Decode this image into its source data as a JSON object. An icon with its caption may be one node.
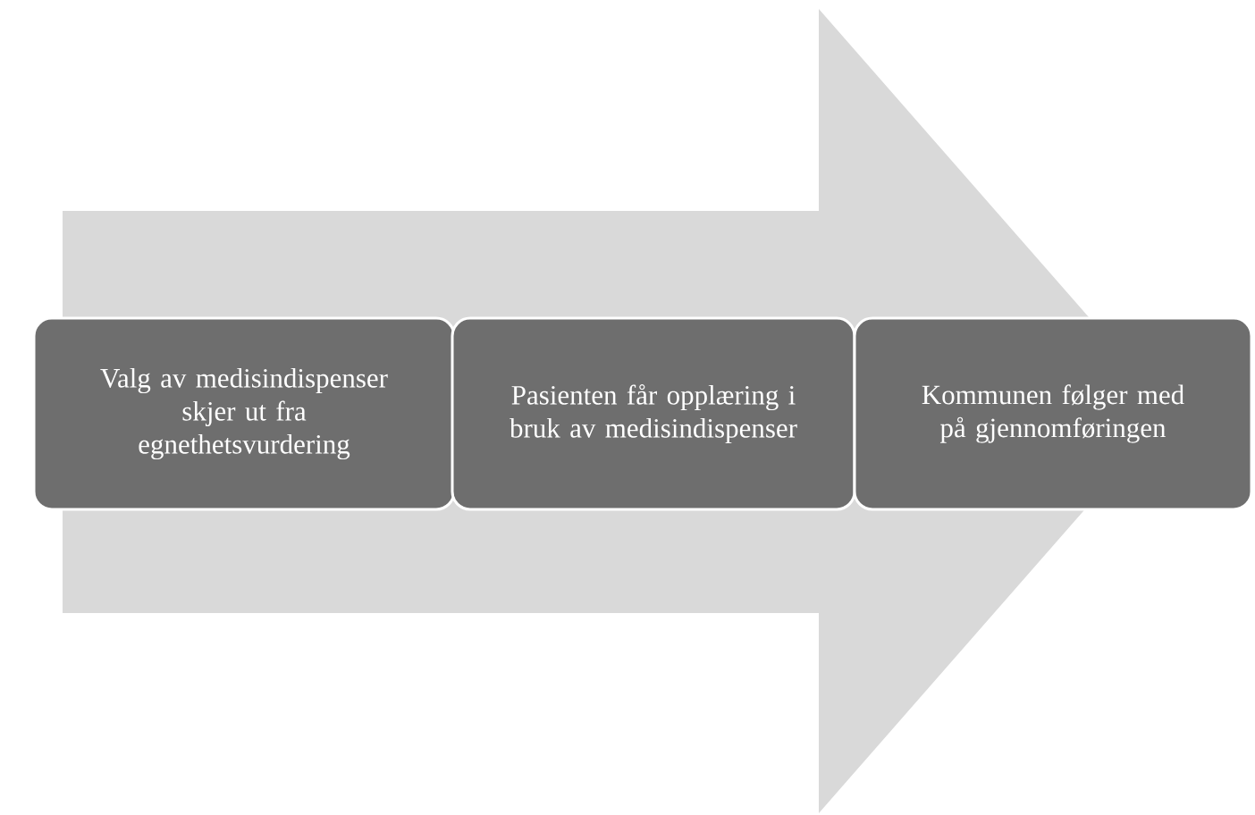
{
  "diagram": {
    "nodes": [
      {
        "text": [
          "Valg av medisindispenser skjer ut fra egnethetsvurdering"
        ]
      },
      {
        "text": [
          "Pasienten får opplæring i bruk av medisindispenser"
        ]
      },
      {
        "text": [
          "Kommunen følger med på gjennomføringen"
        ]
      }
    ],
    "edges": [
      {
        "from": 0,
        "to": 2,
        "arrow": "to"
      }
    ]
  }
}
